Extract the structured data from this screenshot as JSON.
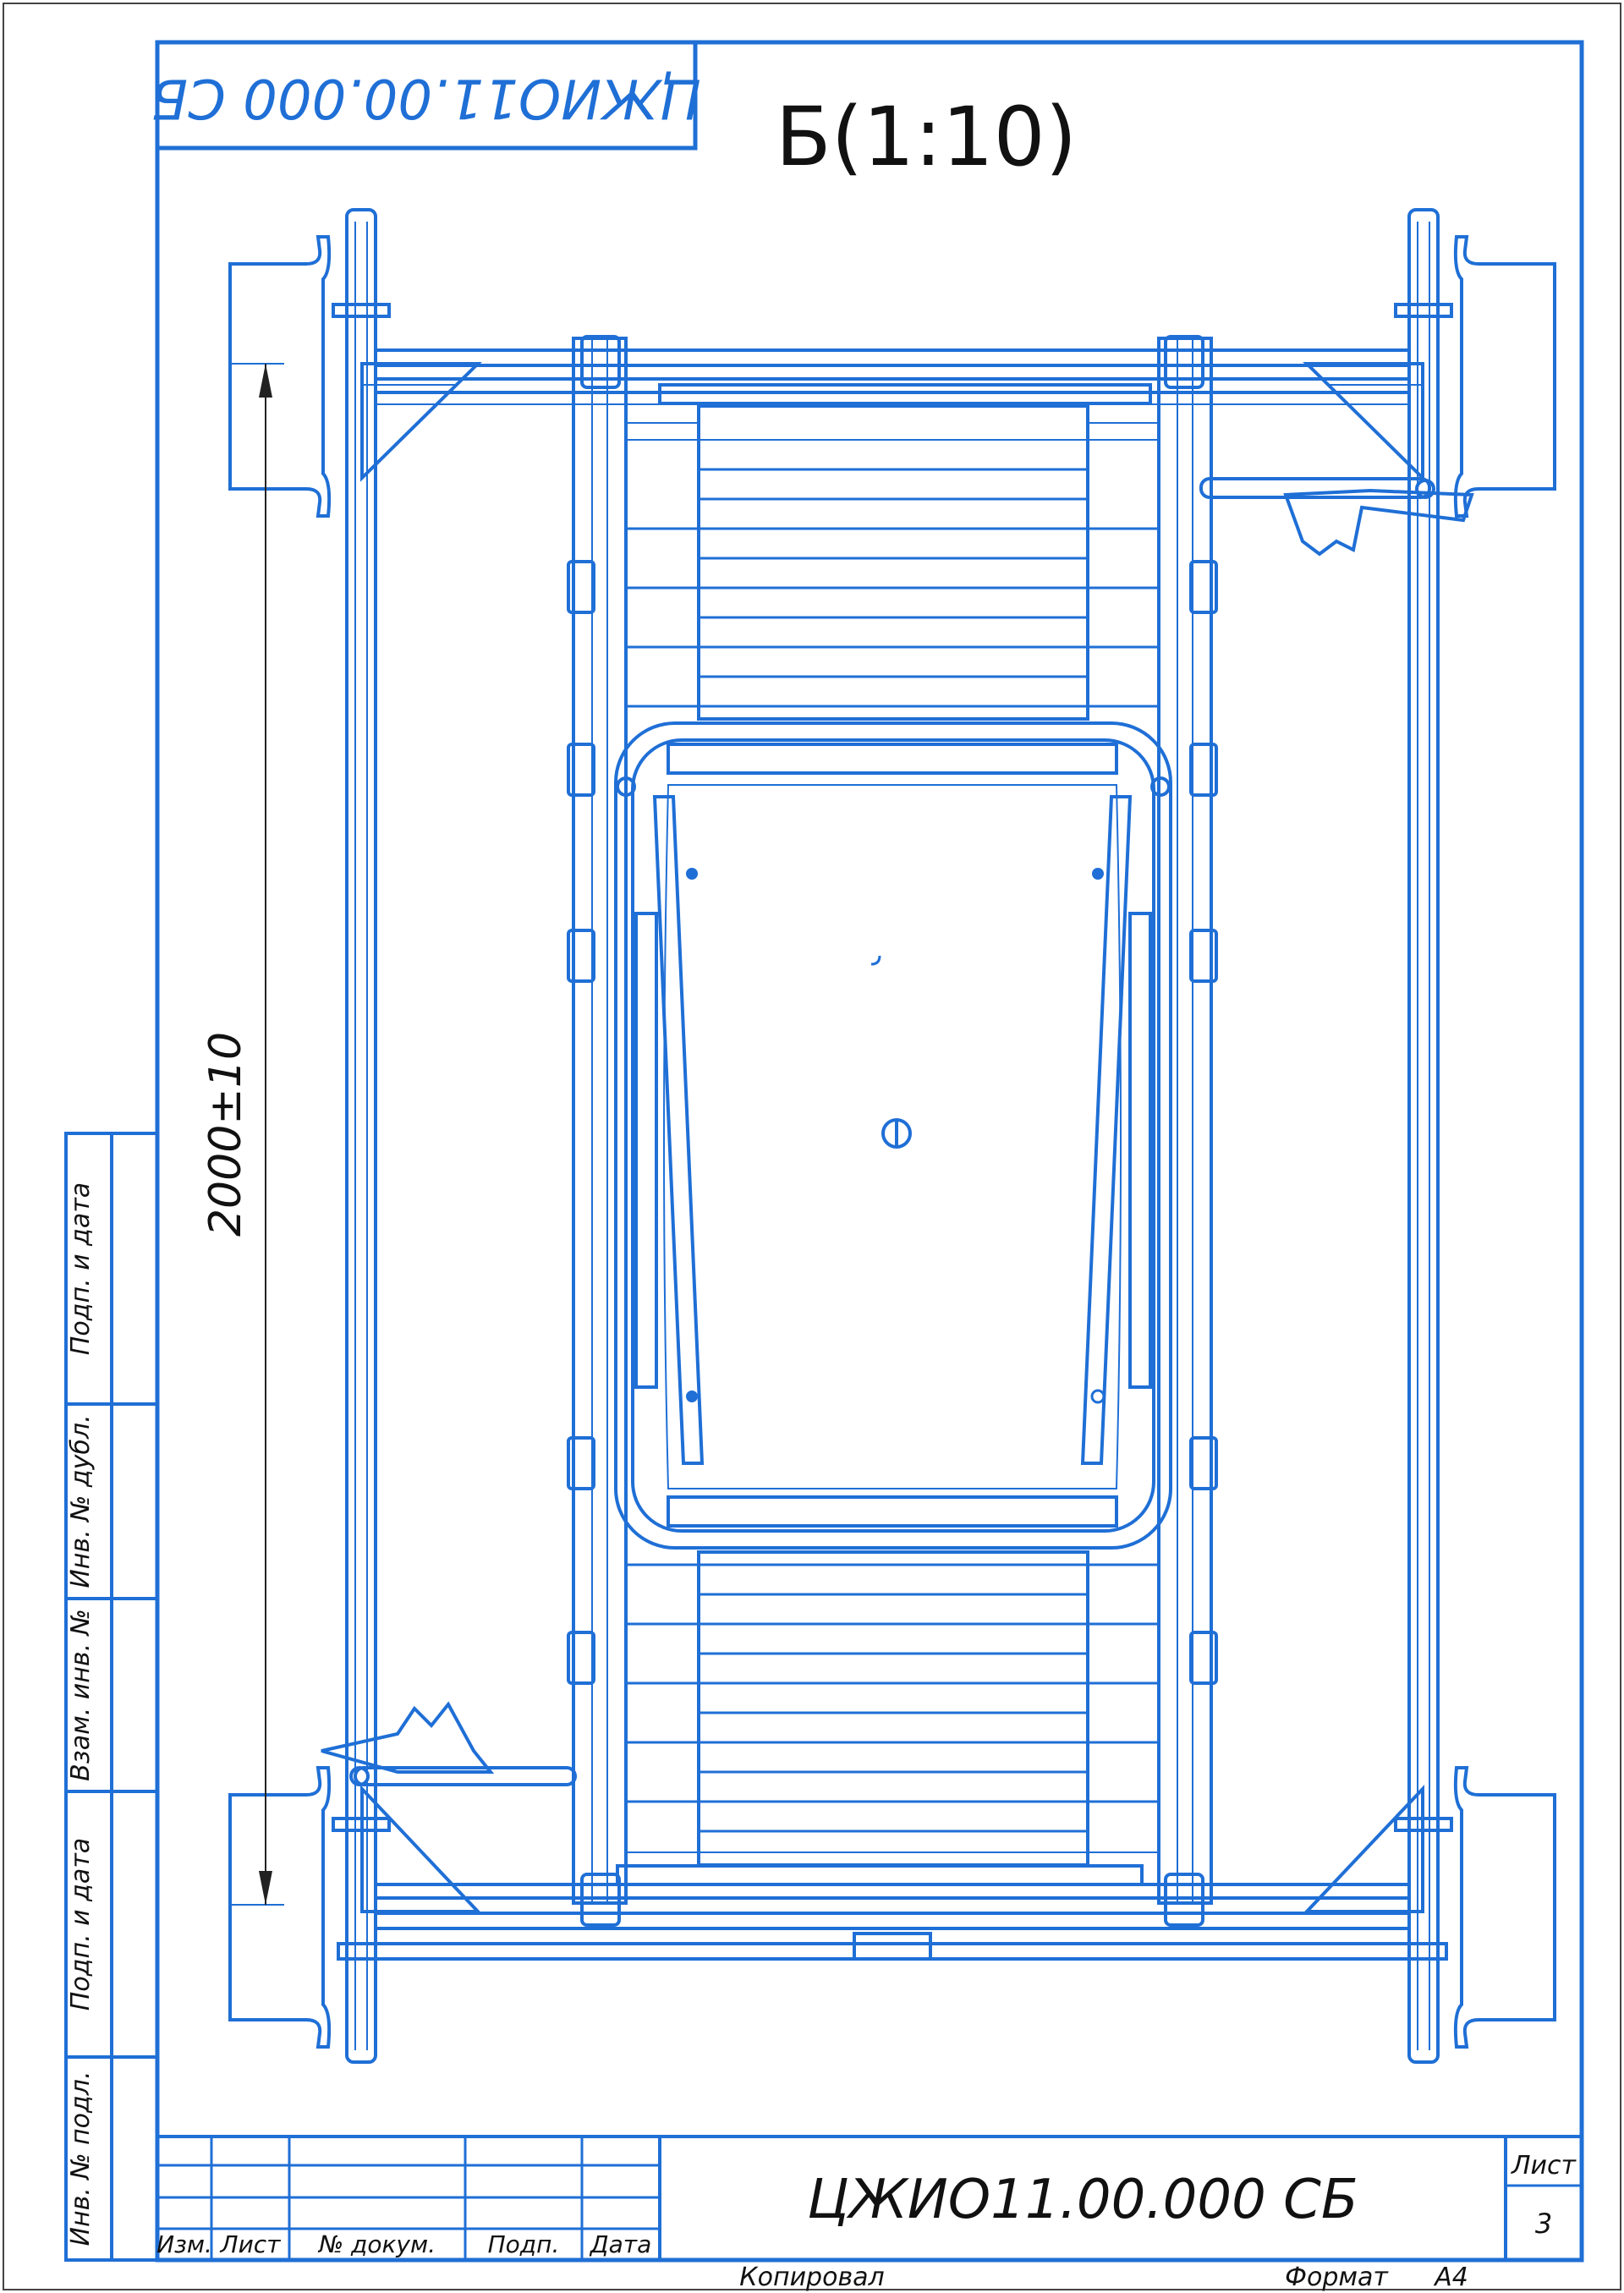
{
  "drawing": {
    "top_code": "ЦЖИО11.00.000 СБ",
    "view_label": "Б(1:10)",
    "dimension": "2000±10"
  },
  "side_strip": {
    "labels": [
      "Подп. и дата",
      "Инв. № дубл.",
      "Взам. инв. №",
      "Подп. и дата",
      "Инв. № подл."
    ]
  },
  "title_block": {
    "headers": [
      "Изм.",
      "Лист",
      "№ докум.",
      "Подп.",
      "Дата"
    ],
    "code": "ЦЖИО11.00.000 СБ",
    "sheet_label": "Лист",
    "sheet_number": "3"
  },
  "footer": {
    "copied": "Копировал",
    "format_label": "Формат",
    "format_value": "А4"
  },
  "colors": {
    "ink": "#1f6fd6",
    "text": "#111111"
  }
}
